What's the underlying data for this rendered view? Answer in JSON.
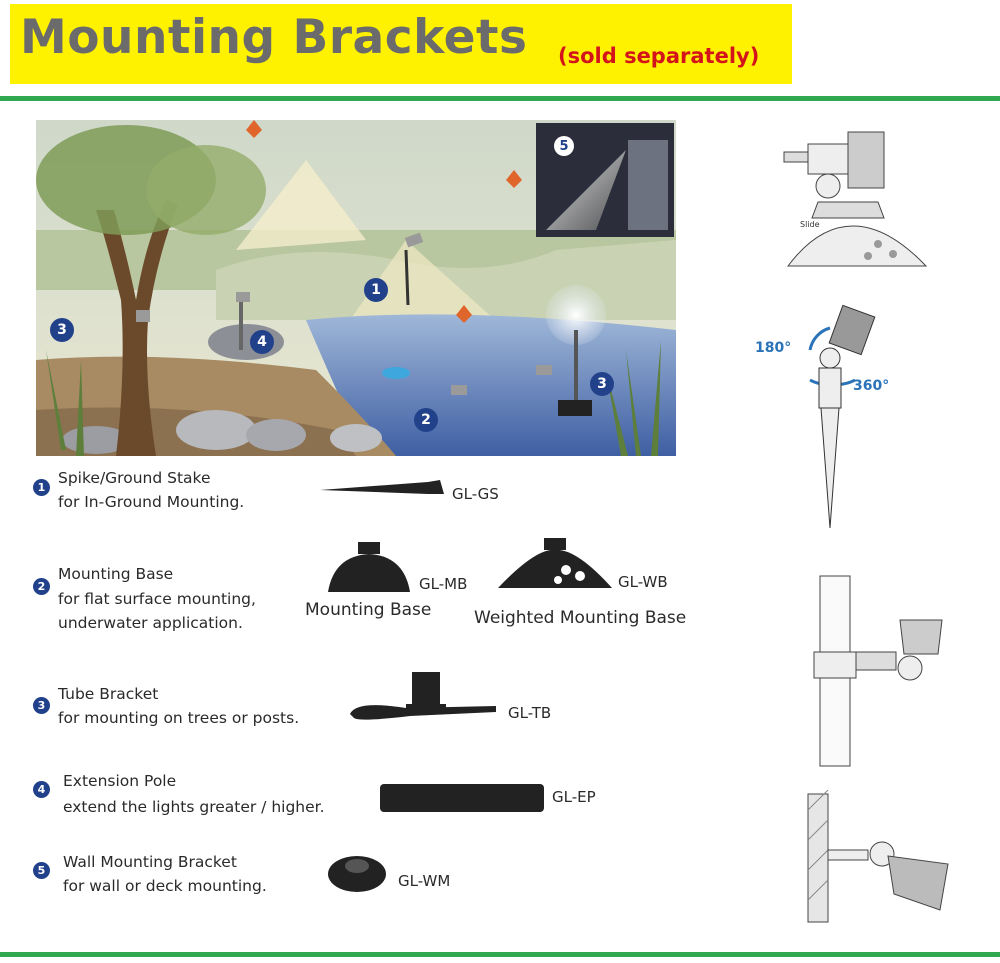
{
  "header": {
    "title": "Mounting Brackets",
    "subtitle": "(sold separately)"
  },
  "scene": {
    "markers": [
      "1",
      "2",
      "3",
      "3",
      "4",
      "5"
    ]
  },
  "items": [
    {
      "number": "1",
      "line1": "Spike/Ground Stake",
      "line2": "for In-Ground Mounting.",
      "code": "GL-GS"
    },
    {
      "number": "2",
      "line1": "Mounting Base",
      "line2": "for flat surface mounting,",
      "line3": "underwater application.",
      "code": "GL-MB",
      "code2": "GL-WB",
      "caption1": "Mounting Base",
      "caption2": "Weighted Mounting Base"
    },
    {
      "number": "3",
      "line1": "Tube Bracket",
      "line2": "for mounting on trees or posts.",
      "code": "GL-TB"
    },
    {
      "number": "4",
      "line1": "Extension Pole",
      "line2": "extend the lights greater / higher.",
      "code": "GL-EP"
    },
    {
      "number": "5",
      "line1": "Wall Mounting Bracket",
      "line2": "for wall or deck mounting.",
      "code": "GL-WM"
    }
  ],
  "illustrations": {
    "angle_tilt": "180°",
    "angle_rotate": "360°",
    "slide_label": "Slide"
  },
  "colors": {
    "title_bar": "#fff200",
    "title_text": "#6b6b6b",
    "subtitle_text": "#d4141b",
    "rule": "#2fa84f",
    "marker": "#22418b"
  }
}
